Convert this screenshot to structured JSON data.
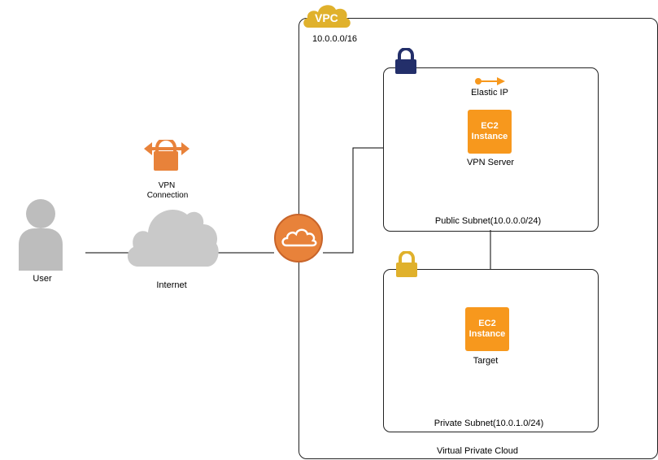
{
  "vpc": {
    "badge": "VPC",
    "cidr": "10.0.0.0/16",
    "footer": "Virtual Private Cloud"
  },
  "public_subnet": {
    "label": "Public Subnet(10.0.0.0/24)",
    "elastic_ip": "Elastic IP",
    "ec2": {
      "line1": "EC2",
      "line2": "Instance",
      "caption": "VPN Server"
    }
  },
  "private_subnet": {
    "label": "Private Subnet(10.0.1.0/24)",
    "ec2": {
      "line1": "EC2",
      "line2": "Instance",
      "caption": "Target"
    }
  },
  "user": {
    "label": "User"
  },
  "internet": {
    "label": "Internet"
  },
  "vpn_connection": {
    "line1": "VPN",
    "line2": "Connection"
  },
  "colors": {
    "orange": "#f7981d",
    "gold": "#e0b12c",
    "navy": "#232f6a",
    "cloud_gray": "#c9c9c9",
    "user_gray": "#bdbdbd"
  }
}
